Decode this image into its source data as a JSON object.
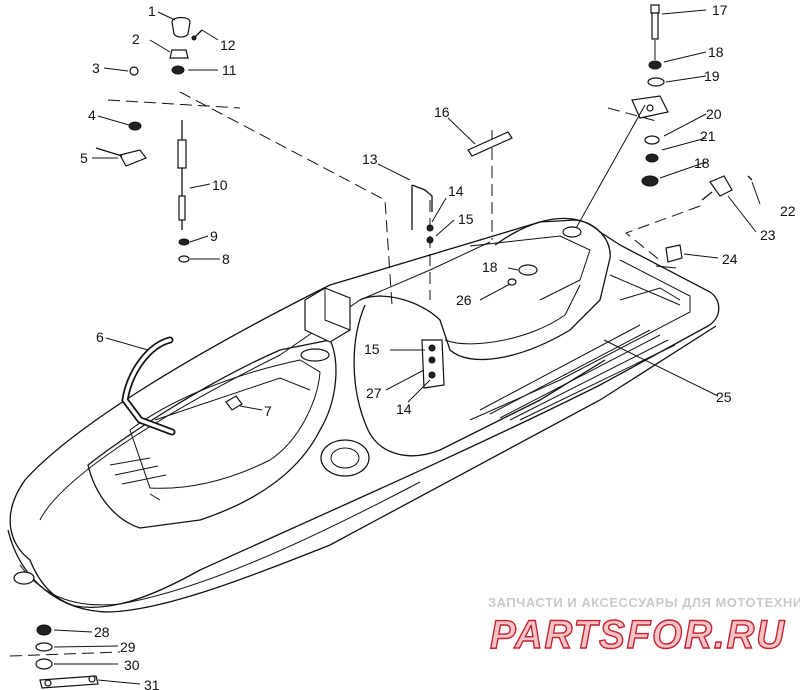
{
  "callouts": [
    {
      "id": "c1",
      "text": "1"
    },
    {
      "id": "c2",
      "text": "2"
    },
    {
      "id": "c3",
      "text": "3"
    },
    {
      "id": "c4",
      "text": "4"
    },
    {
      "id": "c5",
      "text": "5"
    },
    {
      "id": "c6",
      "text": "6"
    },
    {
      "id": "c7",
      "text": "7"
    },
    {
      "id": "c8",
      "text": "8"
    },
    {
      "id": "c9",
      "text": "9"
    },
    {
      "id": "c10",
      "text": "10"
    },
    {
      "id": "c11",
      "text": "11"
    },
    {
      "id": "c12",
      "text": "12"
    },
    {
      "id": "c13",
      "text": "13"
    },
    {
      "id": "c14a",
      "text": "14"
    },
    {
      "id": "c14b",
      "text": "14"
    },
    {
      "id": "c15a",
      "text": "15"
    },
    {
      "id": "c15b",
      "text": "15"
    },
    {
      "id": "c16",
      "text": "16"
    },
    {
      "id": "c17",
      "text": "17"
    },
    {
      "id": "c18a",
      "text": "18"
    },
    {
      "id": "c18b",
      "text": "18"
    },
    {
      "id": "c18c",
      "text": "18"
    },
    {
      "id": "c19",
      "text": "19"
    },
    {
      "id": "c20",
      "text": "20"
    },
    {
      "id": "c21",
      "text": "21"
    },
    {
      "id": "c22",
      "text": "22"
    },
    {
      "id": "c23",
      "text": "23"
    },
    {
      "id": "c24",
      "text": "24"
    },
    {
      "id": "c25",
      "text": "25"
    },
    {
      "id": "c26",
      "text": "26"
    },
    {
      "id": "c27",
      "text": "27"
    },
    {
      "id": "c28",
      "text": "28"
    },
    {
      "id": "c29",
      "text": "29"
    },
    {
      "id": "c30",
      "text": "30"
    },
    {
      "id": "c31",
      "text": "31"
    }
  ],
  "watermark": {
    "tagline": "ЗАПЧАСТИ И АКСЕССУАРЫ ДЛЯ МОТОТЕХНИКИ",
    "brand": "PARTSFOR.RU",
    "brand_color": "#c81e2a"
  }
}
